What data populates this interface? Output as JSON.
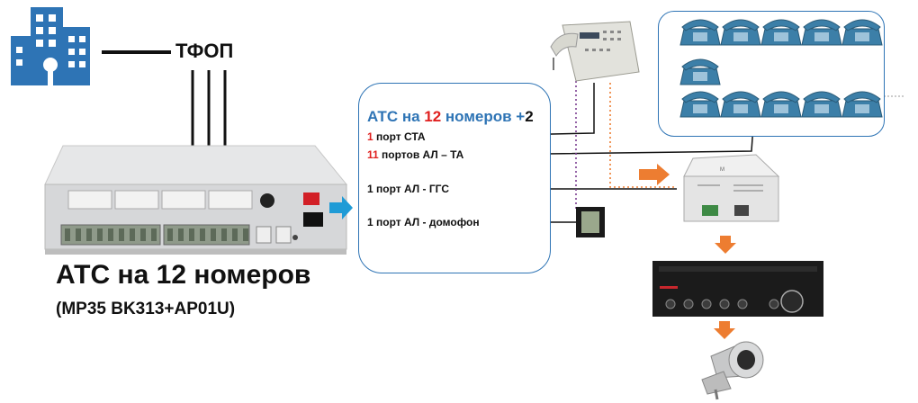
{
  "tfop": {
    "label": "ТФОП"
  },
  "pbx": {
    "caption": "АТС на 12 номеров",
    "model": "(MP35 BK313+AP01U)"
  },
  "info": {
    "title_prefix": "АТС на ",
    "title_num": "12",
    "title_mid": " номеров +",
    "title_suffix": "2",
    "lines": [
      {
        "num": "1",
        "text": " порт СТА"
      },
      {
        "num": "11",
        "text": " портов АЛ – ТА"
      },
      {
        "num": "",
        "text": "1 порт АЛ -  ГГС"
      },
      {
        "num": "",
        "text": "1 порт АЛ - домофон"
      }
    ]
  },
  "colors": {
    "accent": "#2e74b5",
    "highlight": "#e0201f",
    "arrow": "#ed7d31",
    "phone": "#3c7fa8"
  }
}
